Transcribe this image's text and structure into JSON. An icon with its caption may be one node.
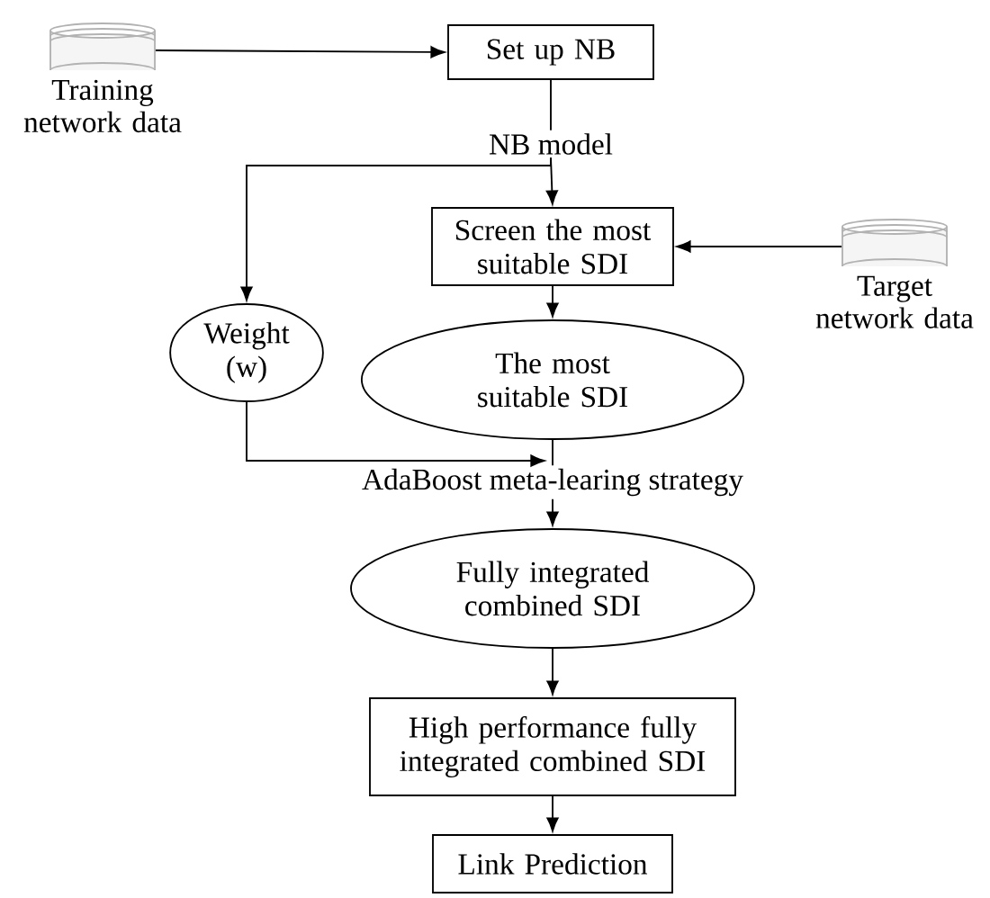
{
  "diagram": {
    "nodes": [
      {
        "text": [
          "Training network data"
        ]
      },
      {
        "text": [
          "Set up NB"
        ]
      },
      {
        "text": [
          "NB model"
        ]
      },
      {
        "text": [
          "Screen the most suitable SDI"
        ]
      },
      {
        "text": [
          "Target network data"
        ]
      },
      {
        "text": [
          "Weight (w)"
        ]
      },
      {
        "text": [
          "The most suitable SDI"
        ]
      },
      {
        "text": [
          "AdaBoost meta-learing strategy"
        ]
      },
      {
        "text": [
          "Fully integrated combined SDI"
        ]
      },
      {
        "text": [
          "High performance fully integrated combined SDI"
        ]
      },
      {
        "text": [
          "Link Prediction"
        ]
      }
    ],
    "edges": [
      {
        "from": 0,
        "to": 1,
        "arrow": "to"
      },
      {
        "from": 1,
        "to": 2,
        "arrow": "none"
      },
      {
        "from": 2,
        "to": 3,
        "arrow": "to"
      },
      {
        "from": 2,
        "to": 5,
        "arrow": "to"
      },
      {
        "from": 4,
        "to": 3,
        "arrow": "to"
      },
      {
        "from": 3,
        "to": 6,
        "arrow": "to"
      },
      {
        "from": 5,
        "to": 7,
        "arrow": "to"
      },
      {
        "from": 6,
        "to": 7,
        "arrow": "none"
      },
      {
        "from": 7,
        "to": 8,
        "arrow": "to"
      },
      {
        "from": 8,
        "to": 9,
        "arrow": "to"
      },
      {
        "from": 9,
        "to": 10,
        "arrow": "to"
      }
    ]
  }
}
